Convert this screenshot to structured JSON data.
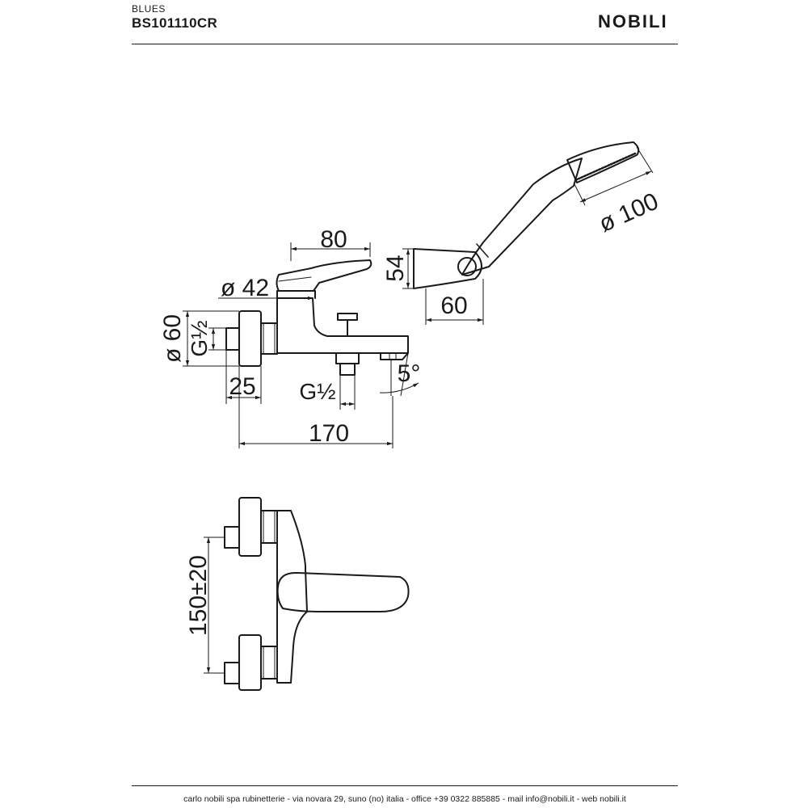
{
  "header": {
    "series": "BLUES",
    "code": "BS101110CR",
    "brand": "NOBILI"
  },
  "dimensions": {
    "handle_length": "80",
    "body_diameter": "ø 42",
    "flange_diameter": "ø 60",
    "inlet_thread": "G½",
    "inlet_depth": "25",
    "outlet_thread": "G½",
    "spout_angle": "5°",
    "overall_depth": "170",
    "holder_height": "54",
    "holder_depth": "60",
    "shower_head_diameter": "ø 100",
    "centres": "150±20"
  },
  "footer": {
    "text": "carlo nobili spa rubinetterie - via novara 29, suno (no) italia - office +39 0322 885885 - mail info@nobili.it - web nobili.it"
  }
}
